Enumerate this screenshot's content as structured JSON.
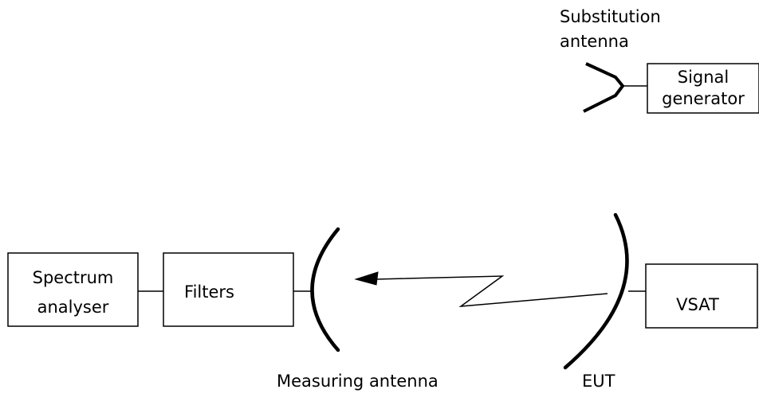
{
  "diagram": {
    "substitution_antenna": {
      "label_line1": "Substitution",
      "label_line2": "antenna"
    },
    "signal_generator": {
      "line1": "Signal",
      "line2": "generator"
    },
    "spectrum_analyser": {
      "line1": "Spectrum",
      "line2": "analyser"
    },
    "filters": {
      "label": "Filters"
    },
    "vsat": {
      "label": "VSAT"
    },
    "measuring_antenna": {
      "label": "Measuring antenna"
    },
    "eut": {
      "label": "EUT"
    }
  },
  "colors": {
    "stroke": "#000000",
    "background": "#ffffff"
  }
}
